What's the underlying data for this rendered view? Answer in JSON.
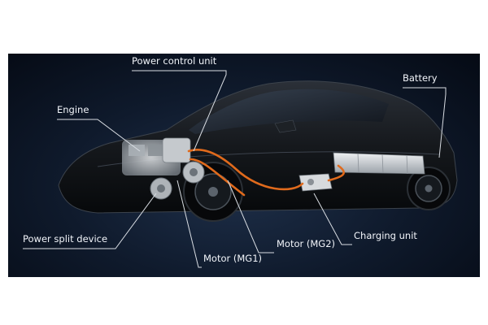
{
  "labels": {
    "power_control_unit": "Power control unit",
    "engine": "Engine",
    "battery": "Battery",
    "power_split_device": "Power split device",
    "motor_mg2": "Motor (MG2)",
    "charging_unit": "Charging unit",
    "motor_mg1": "Motor (MG1)"
  },
  "colors": {
    "background": "#0b1322",
    "car_body": "#121417",
    "leader_line": "#d9dde3",
    "cable": "#e06a1c",
    "label_text": "#f2f5fa"
  }
}
